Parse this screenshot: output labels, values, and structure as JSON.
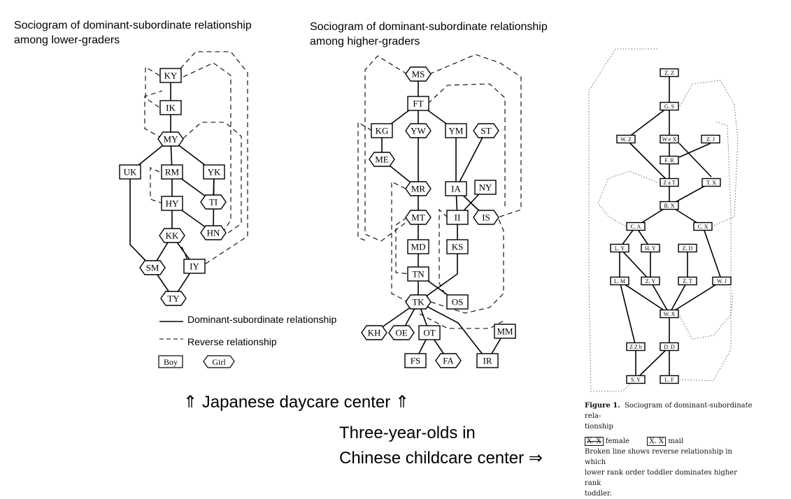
{
  "titles": {
    "lower": [
      "Sociogram of dominant-subordinate relationship",
      "among lower-graders"
    ],
    "higher": [
      "Sociogram of dominant-subordinate relationship",
      "among higher-graders"
    ]
  },
  "captions": {
    "japanese": "⇑ Japanese daycare center ⇑",
    "chinese_line1": "Three-year-olds in",
    "chinese_line2": "Chinese childcare center ⇒"
  },
  "legend": {
    "dominant": "Dominant-subordinate relationship",
    "reverse": "Reverse relationship",
    "boy": "Boy",
    "girl": "Girl"
  },
  "lower": {
    "nodes": [
      {
        "id": "KY",
        "shape": "box"
      },
      {
        "id": "IK",
        "shape": "box"
      },
      {
        "id": "MY",
        "shape": "hex"
      },
      {
        "id": "UK",
        "shape": "box"
      },
      {
        "id": "RM",
        "shape": "box"
      },
      {
        "id": "YK",
        "shape": "box"
      },
      {
        "id": "HY",
        "shape": "box"
      },
      {
        "id": "TI",
        "shape": "hex"
      },
      {
        "id": "KK",
        "shape": "hex"
      },
      {
        "id": "HN",
        "shape": "hex"
      },
      {
        "id": "SM",
        "shape": "hex"
      },
      {
        "id": "IY",
        "shape": "box"
      },
      {
        "id": "TY",
        "shape": "hex"
      }
    ]
  },
  "higher": {
    "nodes": [
      {
        "id": "MS",
        "shape": "hex"
      },
      {
        "id": "FT",
        "shape": "box"
      },
      {
        "id": "KG",
        "shape": "box"
      },
      {
        "id": "YW",
        "shape": "hex"
      },
      {
        "id": "YM",
        "shape": "box"
      },
      {
        "id": "ST",
        "shape": "hex"
      },
      {
        "id": "ME",
        "shape": "hex"
      },
      {
        "id": "MR",
        "shape": "hex"
      },
      {
        "id": "IA",
        "shape": "box"
      },
      {
        "id": "NY",
        "shape": "box"
      },
      {
        "id": "MT",
        "shape": "hex"
      },
      {
        "id": "II",
        "shape": "box"
      },
      {
        "id": "IS",
        "shape": "hex"
      },
      {
        "id": "MD",
        "shape": "box"
      },
      {
        "id": "KS",
        "shape": "box"
      },
      {
        "id": "TN",
        "shape": "box"
      },
      {
        "id": "OS",
        "shape": "box"
      },
      {
        "id": "TK",
        "shape": "hex"
      },
      {
        "id": "KH",
        "shape": "hex"
      },
      {
        "id": "OE",
        "shape": "hex"
      },
      {
        "id": "OT",
        "shape": "box"
      },
      {
        "id": "MM",
        "shape": "box"
      },
      {
        "id": "FS",
        "shape": "box"
      },
      {
        "id": "FA",
        "shape": "hex"
      },
      {
        "id": "IR",
        "shape": "box"
      }
    ]
  },
  "chinese": {
    "nodes": [
      "Z. Z",
      "G. S",
      "W. Z",
      "W e X",
      "Z. J",
      "F. R",
      "Z a T",
      "T. X",
      "B. X",
      "C. A",
      "C. X",
      "L. Y",
      "H. Y",
      "Z. D",
      "L. M",
      "Z. Y",
      "Z. T",
      "W. J",
      "W. X",
      "Z Z b",
      "D. D",
      "S. Y",
      "L. F"
    ],
    "figure_caption": {
      "label": "Figure 1.",
      "text1": "Sociogram of dominant-subordinate rela-",
      "text2": "tionship",
      "legend_female": "female",
      "legend_male": "mail",
      "legend_box": "X. X",
      "note1": "Broken line shows reverse relationship in which",
      "note2": "lower rank order toddler dominates higher rank",
      "note3": "toddler."
    }
  }
}
